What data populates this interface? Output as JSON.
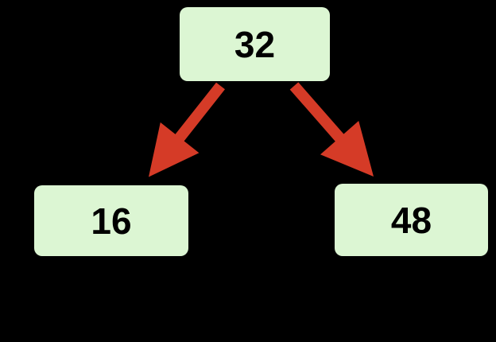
{
  "diagram": {
    "type": "binary-tree",
    "nodes": {
      "root": {
        "label": "32"
      },
      "left": {
        "label": "16"
      },
      "right": {
        "label": "48"
      }
    },
    "edges": [
      {
        "from": "32",
        "to": "16",
        "icon": "arrow-down-left-icon"
      },
      {
        "from": "32",
        "to": "48",
        "icon": "arrow-down-right-icon"
      }
    ],
    "colors": {
      "background": "#000000",
      "node_fill": "#dcf6d3",
      "node_text": "#000000",
      "arrow": "#d53b27"
    }
  }
}
